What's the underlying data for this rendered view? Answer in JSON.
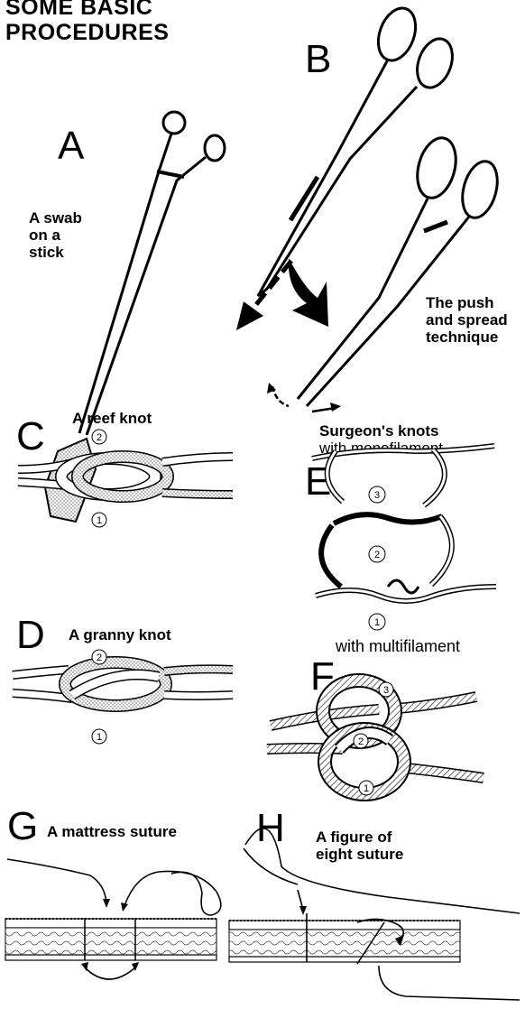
{
  "title": [
    "SOME BASIC",
    "PROCEDURES"
  ],
  "panels": {
    "a": {
      "letter": "A",
      "caption": [
        "A swab",
        "on a",
        "stick"
      ]
    },
    "b": {
      "letter": "B",
      "caption": [
        "The push",
        "and spread",
        "technique"
      ]
    },
    "c": {
      "letter": "C",
      "caption": "A reef knot",
      "labels": [
        "2",
        "1"
      ]
    },
    "d": {
      "letter": "D",
      "caption": "A granny knot",
      "labels": [
        "2",
        "1"
      ]
    },
    "e": {
      "letter": "E",
      "caption": [
        "Surgeon's knots",
        "with monofilament"
      ],
      "labels": [
        "3",
        "2",
        "1"
      ]
    },
    "f": {
      "letter": "F",
      "caption": "with multifilament",
      "labels": [
        "3",
        "2",
        "1"
      ]
    },
    "g": {
      "letter": "G",
      "caption": "A mattress suture"
    },
    "h": {
      "letter": "H",
      "caption": [
        "A figure of",
        "eight suture"
      ]
    }
  }
}
